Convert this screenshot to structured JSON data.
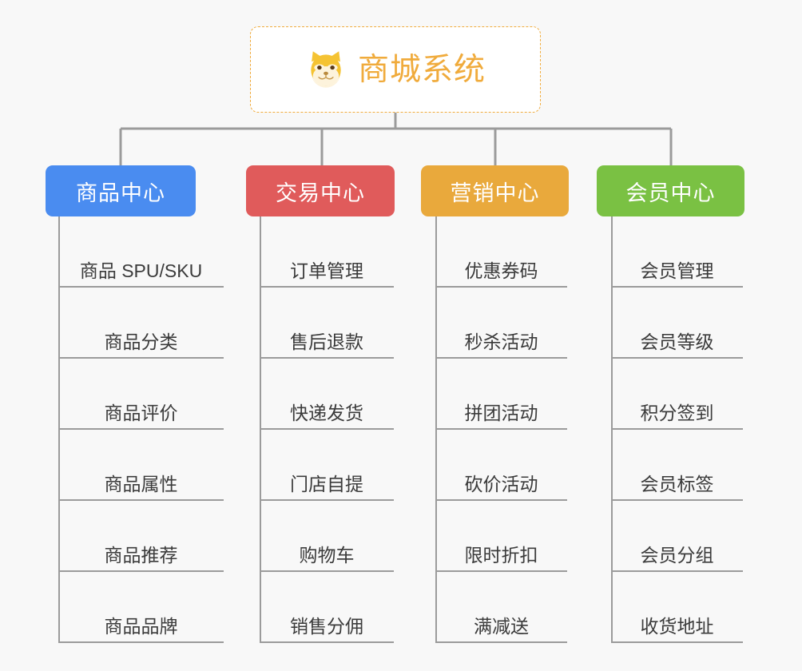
{
  "page": {
    "background_color": "#f8f8f8",
    "diagram_type": "org-chart-mindmap"
  },
  "root": {
    "title": "商城系统",
    "icon": "shiba-dog-face-emoji",
    "border_color": "#f0ab3c",
    "text_color": "#f0ab3c",
    "background_color": "#ffffff"
  },
  "connector": {
    "color": "#9b9b9b"
  },
  "columns": [
    {
      "header": "商品中心",
      "color": "#4a8cf0",
      "items": [
        "商品 SPU/SKU",
        "商品分类",
        "商品评价",
        "商品属性",
        "商品推荐",
        "商品品牌"
      ]
    },
    {
      "header": "交易中心",
      "color": "#e05b5b",
      "items": [
        "订单管理",
        "售后退款",
        "快递发货",
        "门店自提",
        "购物车",
        "销售分佣"
      ]
    },
    {
      "header": "营销中心",
      "color": "#e9a93c",
      "items": [
        "优惠券码",
        "秒杀活动",
        "拼团活动",
        "砍价活动",
        "限时折扣",
        "满减送"
      ]
    },
    {
      "header": "会员中心",
      "color": "#7ac143",
      "items": [
        "会员管理",
        "会员等级",
        "积分签到",
        "会员标签",
        "会员分组",
        "收货地址"
      ]
    }
  ]
}
